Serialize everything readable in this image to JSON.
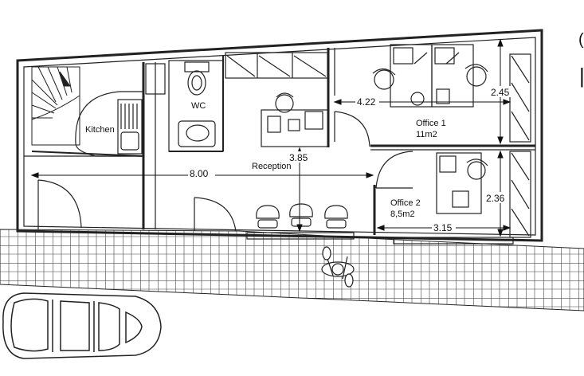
{
  "rooms": {
    "kitchen": "Kitchen",
    "wc": "WC",
    "reception": "Reception",
    "office1": "Office 1",
    "office1_area": "11m2",
    "office2": "Office 2",
    "office2_area": "8,5m2"
  },
  "dimensions": {
    "total_width": "8.00",
    "reception_depth": "3.85",
    "office1_width": "4.22",
    "office1_depth": "2.45",
    "office2_depth": "2.36",
    "office2_width": "3.15"
  },
  "edge_glyphs": [
    "(",
    "|"
  ]
}
